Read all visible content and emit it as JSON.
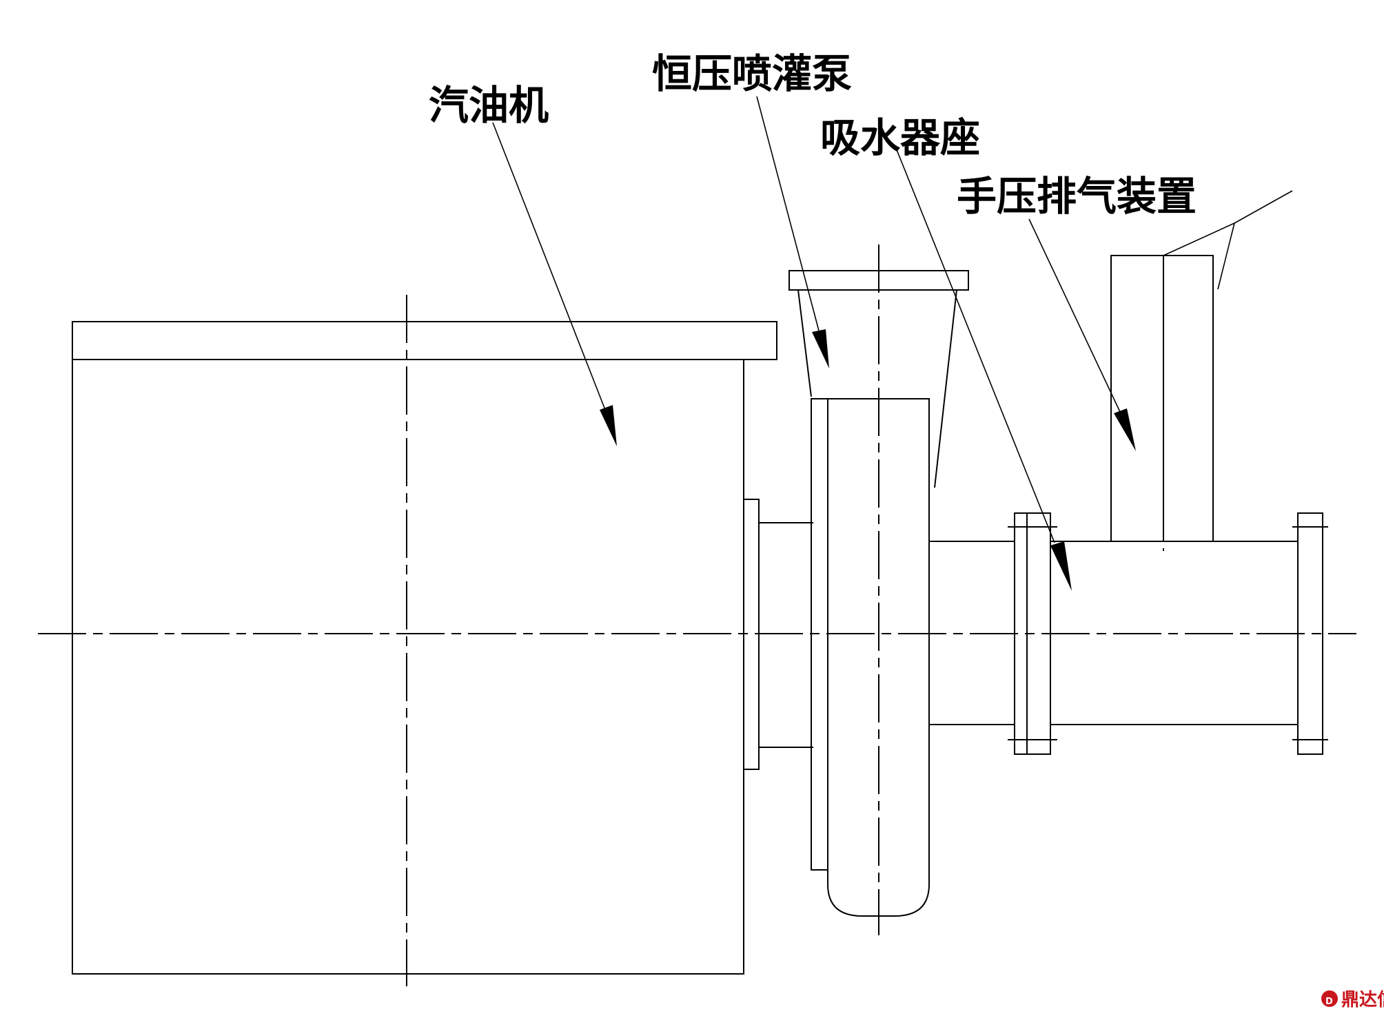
{
  "labels": {
    "engine": "汽油机",
    "pump": "恒压喷灌泵",
    "suction_seat": "吸水器座",
    "priming_device": "手压排气装置"
  },
  "watermark": {
    "text": "鼎达信",
    "color": "#c8161d"
  }
}
